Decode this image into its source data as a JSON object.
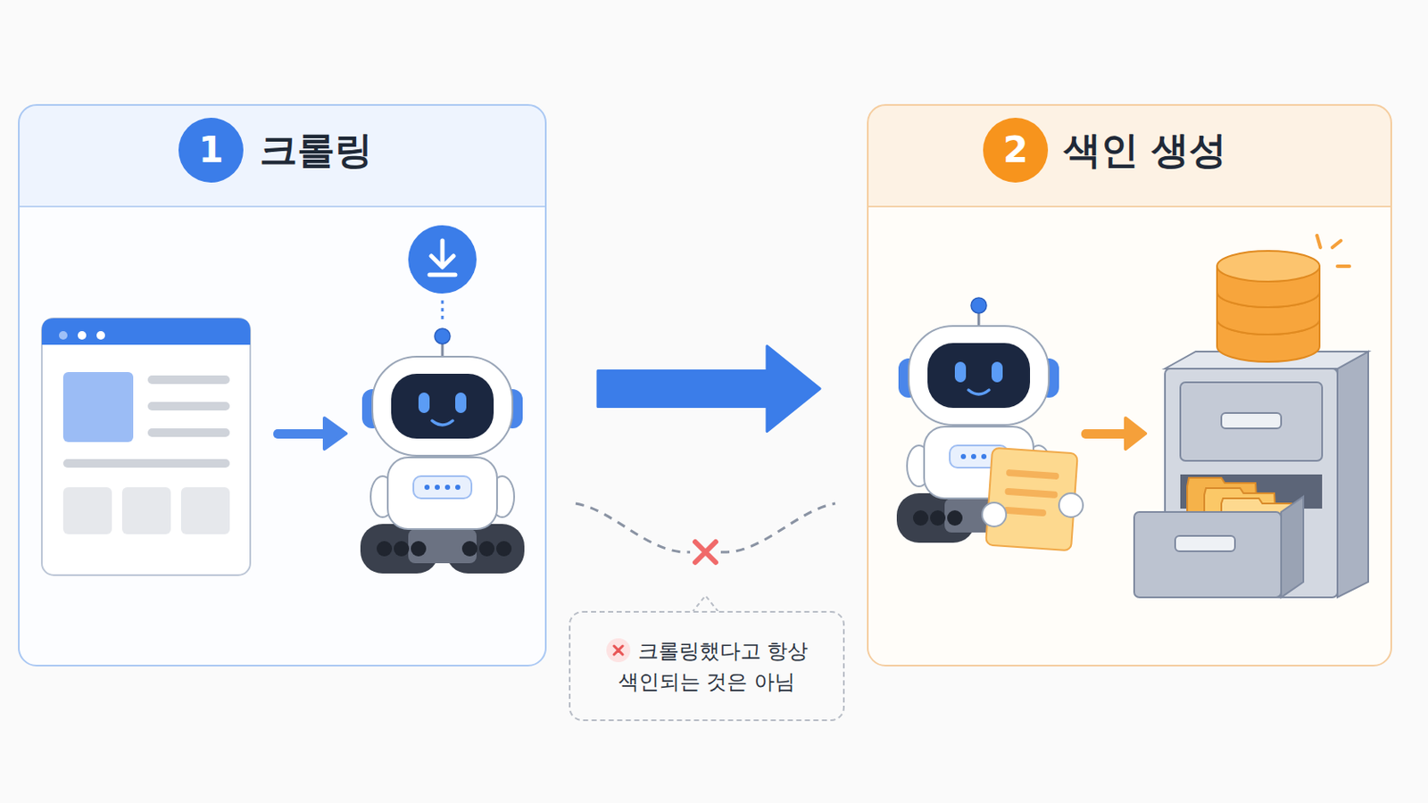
{
  "diagram": {
    "nodes": [
      {
        "text": [
          "크롤링"
        ]
      },
      {
        "text": [
          "1"
        ],
        "in": 0
      },
      {
        "text": [
          "색인 생성"
        ]
      },
      {
        "text": [
          "2"
        ],
        "in": 2
      },
      {
        "text": [
          "크롤링했다고 항상 색인되는 것은 아님"
        ]
      }
    ],
    "edges": [
      {
        "from": 0,
        "to": 2,
        "arrow": "to"
      }
    ]
  }
}
